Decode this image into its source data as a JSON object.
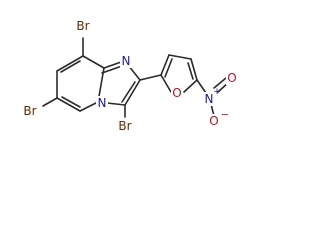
{
  "molecule": {
    "atoms": {
      "br_top": "Br",
      "br_left": "Br",
      "br_bottom": "Br",
      "n_imine": "N",
      "n_bridge": "N",
      "o_furan": "O",
      "n_nitro": "N",
      "nitro_charge": "+",
      "o_nitro_right": "O",
      "o_nitro_minus": "O",
      "o_nitro_charge": "−"
    },
    "colors": {
      "bond": "#2b2b2b",
      "bromine": "#6b2a00",
      "nitrogen": "#1a1aa8",
      "oxygen": "#c8101a"
    }
  }
}
